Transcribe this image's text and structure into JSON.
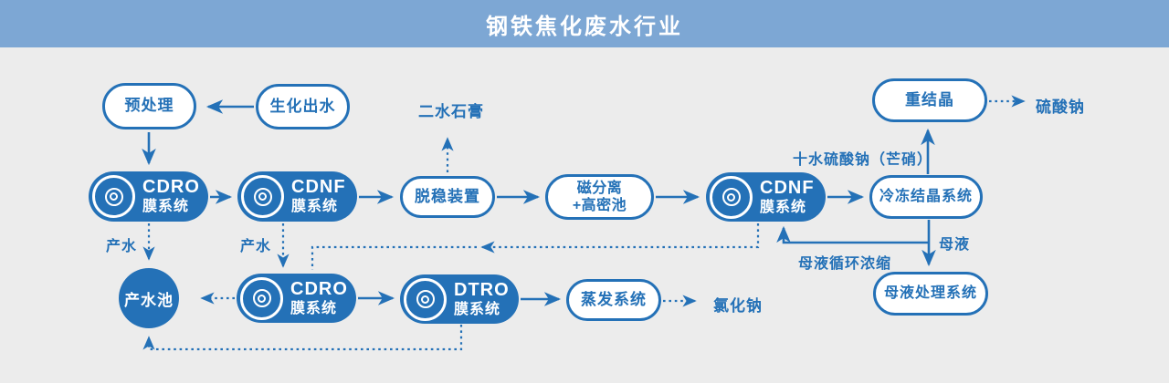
{
  "header": {
    "title": "钢铁焦化废水行业"
  },
  "colors": {
    "primary": "#2471b7",
    "header_bg": "#7da7d4",
    "background": "#ececec",
    "node_fill": "#ffffff"
  },
  "nodes": {
    "pretreatment": {
      "label": "预处理"
    },
    "bio_effluent": {
      "label": "生化出水"
    },
    "cdro1": {
      "line1": "CDRO",
      "line2": "膜系统"
    },
    "cdnf1": {
      "line1": "CDNF",
      "line2": "膜系统"
    },
    "destabilizer": {
      "label": "脱稳装置"
    },
    "magnetic_separation": {
      "line1": "磁分离",
      "line2": "+高密池"
    },
    "cdnf2": {
      "line1": "CDNF",
      "line2": "膜系统"
    },
    "freeze_crystallization": {
      "label": "冷冻结晶系统"
    },
    "recrystallization": {
      "label": "重结晶"
    },
    "product_water_pool": {
      "label": "产水池"
    },
    "cdro2": {
      "line1": "CDRO",
      "line2": "膜系统"
    },
    "dtro": {
      "line1": "DTRO",
      "line2": "膜系统"
    },
    "evaporation": {
      "label": "蒸发系统"
    },
    "mother_liquor_treatment": {
      "label": "母液处理系统"
    }
  },
  "labels": {
    "gypsum": "二水石膏",
    "sodium_sulfate": "硫酸钠",
    "glauber_salt": "十水硫酸钠（芒硝）",
    "mother_liquor": "母液",
    "mother_liquor_recycle": "母液循环浓缩",
    "product_water_1": "产水",
    "product_water_2": "产水",
    "sodium_chloride": "氯化钠"
  }
}
